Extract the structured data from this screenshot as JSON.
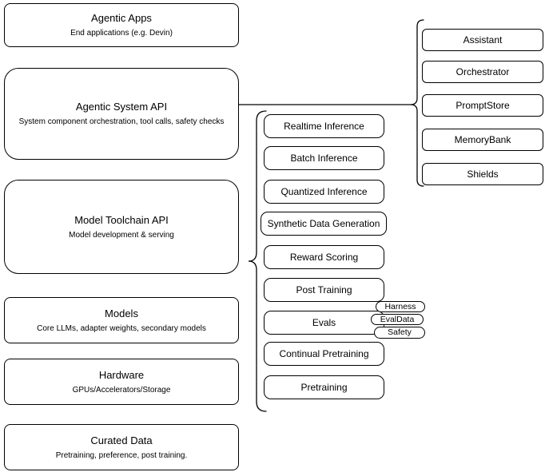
{
  "stack": [
    {
      "title": "Agentic Apps",
      "subtitle": "End applications (e.g. Devin)"
    },
    {
      "title": "Agentic System API",
      "subtitle": "System component orchestration, tool calls, safety checks"
    },
    {
      "title": "Model Toolchain API",
      "subtitle": "Model development & serving"
    },
    {
      "title": "Models",
      "subtitle": "Core LLMs, adapter weights, secondary models"
    },
    {
      "title": "Hardware",
      "subtitle": "GPUs/Accelerators/Storage"
    },
    {
      "title": "Curated Data",
      "subtitle": "Pretraining, preference, post training."
    }
  ],
  "toolchain": {
    "items": [
      "Realtime Inference",
      "Batch Inference",
      "Quantized Inference",
      "Synthetic Data Generation",
      "Reward Scoring",
      "Post Training",
      "Evals",
      "Continual Pretraining",
      "Pretraining"
    ]
  },
  "eval_tags": [
    "Harness",
    "EvalData",
    "Safety"
  ],
  "system_components": [
    "Assistant",
    "Orchestrator",
    "PromptStore",
    "MemoryBank",
    "Shields"
  ],
  "colors": {
    "stroke": "#000000",
    "fill": "#ffffff",
    "text": "#000000"
  }
}
